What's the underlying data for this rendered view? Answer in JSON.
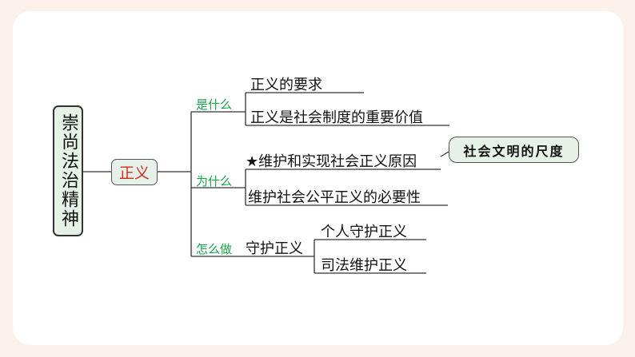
{
  "root": {
    "label": "崇尚法治精神"
  },
  "branch": {
    "label": "正义"
  },
  "sections": [
    {
      "category": "是什么",
      "items": [
        "正义的要求",
        "正义是社会制度的重要价值"
      ]
    },
    {
      "category": "为什么",
      "items": [
        "★维护和实现社会正义原因",
        "维护社会公平正义的必要性"
      ]
    },
    {
      "category": "怎么做",
      "label": "守护正义",
      "items": [
        "个人守护正义",
        "司法维护正义"
      ]
    }
  ],
  "note": {
    "label": "社会文明的尺度"
  },
  "colors": {
    "background": "#fbf1ea",
    "card": "#ffffff",
    "box_fill": "#e6f2e8",
    "branch_text": "#d6281e",
    "category_text": "#16a34a",
    "line": "#333333"
  }
}
